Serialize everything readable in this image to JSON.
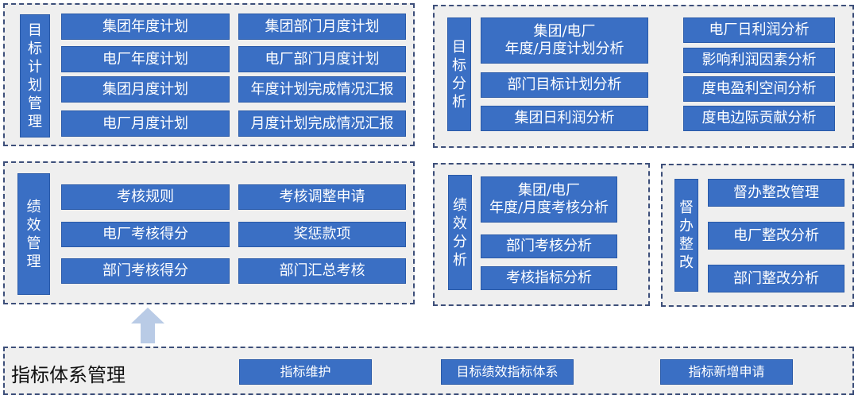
{
  "target_plan": {
    "label": "目标计划管理",
    "items": [
      "集团年度计划",
      "集团部门月度计划",
      "电厂年度计划",
      "电厂部门月度计划",
      "集团月度计划",
      "年度计划完成情况汇报",
      "电厂月度计划",
      "月度计划完成情况汇报"
    ]
  },
  "target_analysis": {
    "label": "目标分析",
    "left_items": [
      "集团/电厂\n年度/月度计划分析",
      "部门目标计划分析",
      "集团日利润分析"
    ],
    "right_items": [
      "电厂日利润分析",
      "影响利润因素分析",
      "度电盈利空间分析",
      "度电边际贡献分析"
    ]
  },
  "performance": {
    "label": "绩效管理",
    "items": [
      "考核规则",
      "考核调整申请",
      "电厂考核得分",
      "奖惩款项",
      "部门考核得分",
      "部门汇总考核"
    ]
  },
  "performance_analysis": {
    "label": "绩效分析",
    "items": [
      "集团/电厂\n年度/月度考核分析",
      "部门考核分析",
      "考核指标分析"
    ]
  },
  "supervision": {
    "label": "督办整改",
    "items": [
      "督办整改管理",
      "电厂整改分析",
      "部门整改分析"
    ]
  },
  "indicator_system": {
    "title": "指标体系管理",
    "items": [
      "指标维护",
      "目标绩效指标体系",
      "指标新增申请"
    ]
  },
  "colors": {
    "box": "#3a6fc4",
    "border": "#3d4f7a",
    "panel": "#efefef",
    "arrow": "#b9cbe6"
  }
}
